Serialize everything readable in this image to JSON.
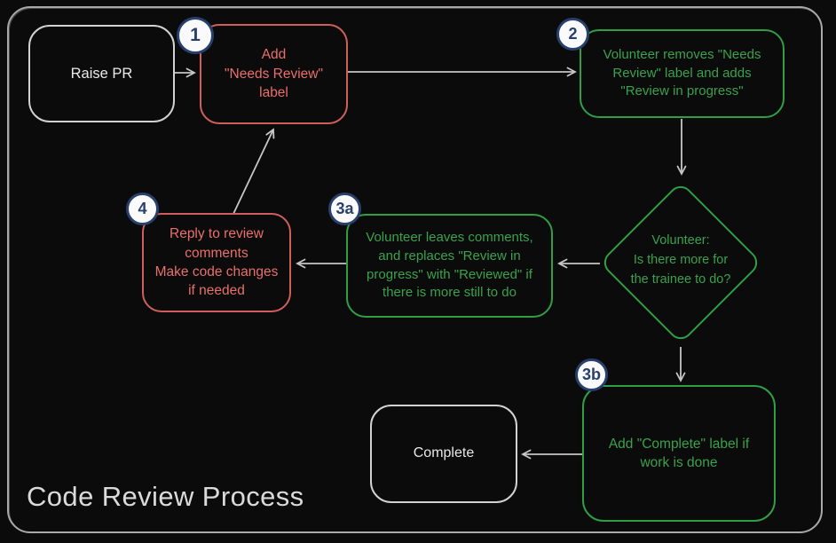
{
  "title": "Code Review Process",
  "colors": {
    "background": "#0b0b0b",
    "frame_border": "#a9a9a9",
    "neutral_node": "#e9e9e9",
    "red_node_border": "#d05f5c",
    "red_node_text": "#e96f6b",
    "green_node_border": "#2f9e44",
    "green_node_text": "#3aa14c",
    "badge_blue": "#27406d",
    "badge_fill": "#fafafa",
    "arrow": "#c6c6c6"
  },
  "nodes": {
    "raise_pr": {
      "label": "Raise PR"
    },
    "add_needs_review_label": {
      "badge": "1",
      "label": "Add\n\"Needs Review\"\nlabel"
    },
    "volunteer_removes_label": {
      "badge": "2",
      "label": "Volunteer removes \"Needs\nReview\" label and adds\n\"Review in progress\""
    },
    "decision_more_to_do": {
      "label": "Volunteer:\nIs there more for\nthe trainee to do?"
    },
    "volunteer_leaves_comments": {
      "badge": "3a",
      "label": "Volunteer leaves comments,\nand replaces \"Review in\nprogress\" with \"Reviewed\" if\nthere is more still to do"
    },
    "reply_to_review_comments": {
      "badge": "4",
      "label": "Reply to review\ncomments\nMake code changes\nif needed"
    },
    "add_complete_label": {
      "badge": "3b",
      "label": "Add \"Complete\" label if\nwork is done"
    },
    "complete": {
      "label": "Complete"
    }
  }
}
